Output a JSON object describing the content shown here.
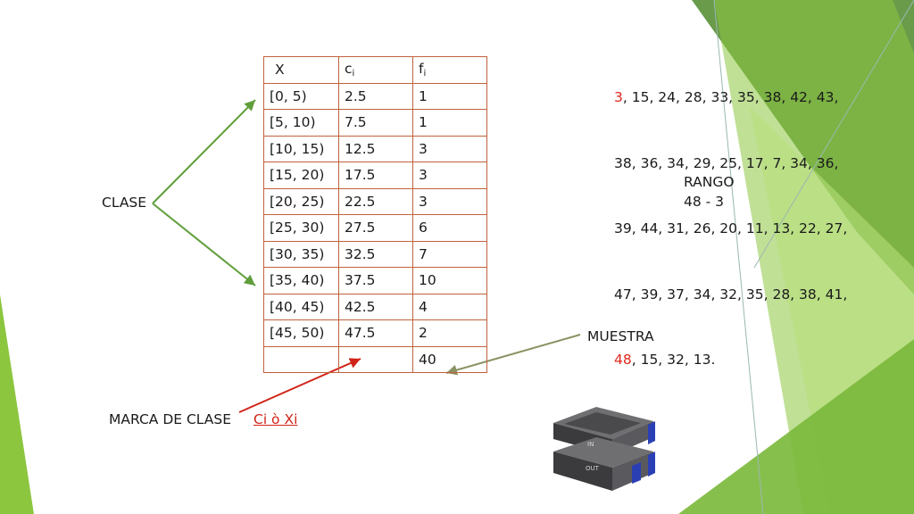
{
  "table": {
    "headers": {
      "x": "X",
      "c": "c",
      "c_sub": "i",
      "f": "f",
      "f_sub": "i"
    },
    "rows": [
      {
        "x": "[0, 5)",
        "c": "2.5",
        "f": "1"
      },
      {
        "x": "[5, 10)",
        "c": "7.5",
        "f": "1"
      },
      {
        "x": "[10, 15)",
        "c": "12.5",
        "f": "3"
      },
      {
        "x": "[15, 20)",
        "c": "17.5",
        "f": "3"
      },
      {
        "x": "[20, 25)",
        "c": "22.5",
        "f": "3"
      },
      {
        "x": "[25, 30)",
        "c": "27.5",
        "f": "6"
      },
      {
        "x": "[30, 35)",
        "c": "32.5",
        "f": "7"
      },
      {
        "x": "[35, 40)",
        "c": "37.5",
        "f": "10"
      },
      {
        "x": "[40, 45)",
        "c": "42.5",
        "f": "4"
      },
      {
        "x": "[45, 50)",
        "c": "47.5",
        "f": "2"
      }
    ],
    "total_f": "40"
  },
  "labels": {
    "clase": "CLASE",
    "muestra": "MUESTRA",
    "marca_de_clase": "MARCA DE CLASE",
    "marca_value": "Ci  ò Xi",
    "rango_title": "RANGO",
    "rango_value": "48 - 3"
  },
  "data_list": {
    "first": "3",
    "line1_rest": ", 15, 24, 28, 33, 35, 38, 42, 43,",
    "line2": "38, 36, 34, 29, 25, 17, 7, 34, 36,",
    "line3": "39, 44, 31, 26, 20, 11, 13, 22, 27,",
    "line4": "47, 39, 37, 34, 32, 35, 28, 38, 41,",
    "last_red": "48",
    "line5_rest": ", 15, 32, 13."
  },
  "tray": {
    "top_label": "IN",
    "bottom_label": "OUT"
  },
  "colors": {
    "table_border": "#c0623d",
    "highlight_red": "#e0281c",
    "arrow_green": "#5f9e3a",
    "arrow_red": "#d12418",
    "arrow_olive": "#8a9262",
    "accent_green": "#8cc63f"
  }
}
